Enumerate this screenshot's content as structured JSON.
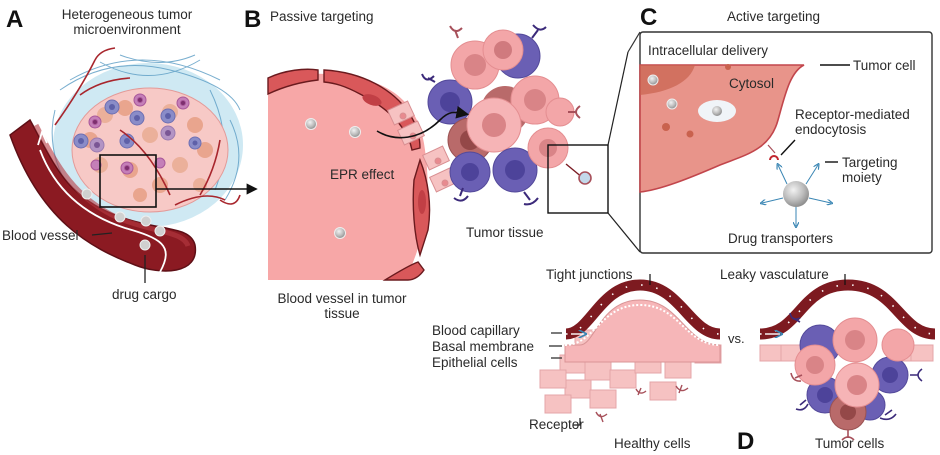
{
  "figure": {
    "panels": {
      "A": {
        "letter": "A",
        "title_line1": "Heterogeneous tumor",
        "title_line2": "microenvironment",
        "labels": {
          "blood_vessel": "Blood vessel",
          "drug_cargo": "drug cargo"
        }
      },
      "B": {
        "letter": "B",
        "title": "Passive targeting",
        "labels": {
          "epr_effect": "EPR effect",
          "tumor_tissue": "Tumor tissue",
          "vessel_line1": "Blood vessel in tumor",
          "vessel_line2": "tissue"
        }
      },
      "C": {
        "letter": "C",
        "title": "Active targeting",
        "labels": {
          "intracellular_delivery": "Intracellular delivery",
          "tumor_cell": "Tumor cell",
          "cytosol": "Cytosol",
          "rme_line1": "Receptor-mediated",
          "rme_line2": "endocytosis",
          "targeting_line1": "Targeting",
          "targeting_line2": "moiety",
          "drug_transporters": "Drug transporters"
        }
      },
      "D": {
        "letter": "D",
        "labels": {
          "tight_junctions": "Tight junctions",
          "leaky_vasculature": "Leaky vasculature",
          "blood_capillary": "Blood capillary",
          "basal_membrane": "Basal membrane",
          "epithelial_cells": "Epithelial cells",
          "receptor": "Receptor",
          "vs": "vs.",
          "healthy_cells": "Healthy cells",
          "tumor_cells": "Tumor cells"
        }
      }
    },
    "colors": {
      "vessel_dark": "#8b1a22",
      "vessel_wall": "#d9585a",
      "lumen": "#f6a3a3",
      "tumor_pink": "#f3a6a8",
      "tumor_purple": "#6a5fb4",
      "cytosol": "#e8948a",
      "ecm_blue": "#a8d8ea",
      "nanoparticle": "#b8b8b8"
    }
  }
}
